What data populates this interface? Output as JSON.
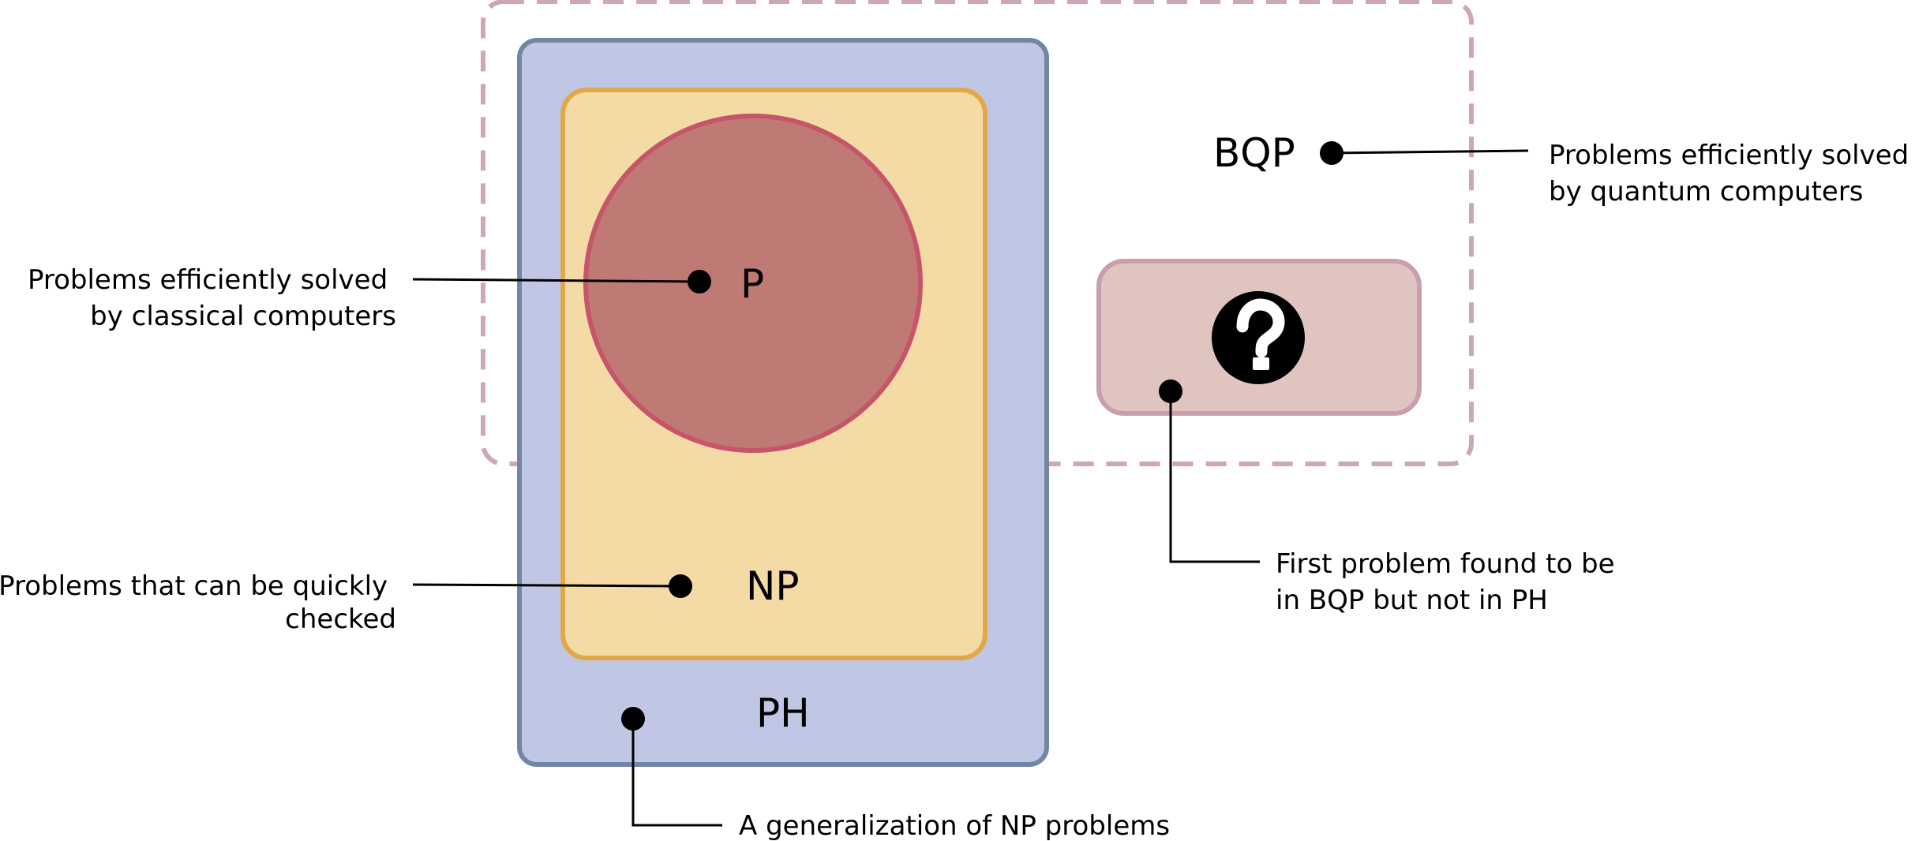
{
  "colors": {
    "ph_fill": "#bfc7e4",
    "ph_stroke": "#7385a6",
    "np_fill": "#f4dba6",
    "np_stroke": "#e2a848",
    "p_fill": "#bf7a75",
    "p_stroke": "#c65569",
    "bqp_stroke": "#cfa6b4",
    "unknown_fill": "#e0c4c0",
    "unknown_stroke": "#c99eaf",
    "marker": "#000000"
  },
  "classes": {
    "bqp": "BQP",
    "p": "P",
    "np": "NP",
    "ph": "PH"
  },
  "unknown_icon": "question-mark-icon",
  "annotations": {
    "bqp": [
      "Problems efficiently solved",
      "by quantum computers"
    ],
    "p": [
      "Problems efficiently solved",
      "by classical computers"
    ],
    "np": [
      "Problems that can be quickly",
      "checked"
    ],
    "ph": "A generalization of NP problems",
    "unknown": [
      "First problem found to be",
      "in BQP but not in PH"
    ]
  }
}
